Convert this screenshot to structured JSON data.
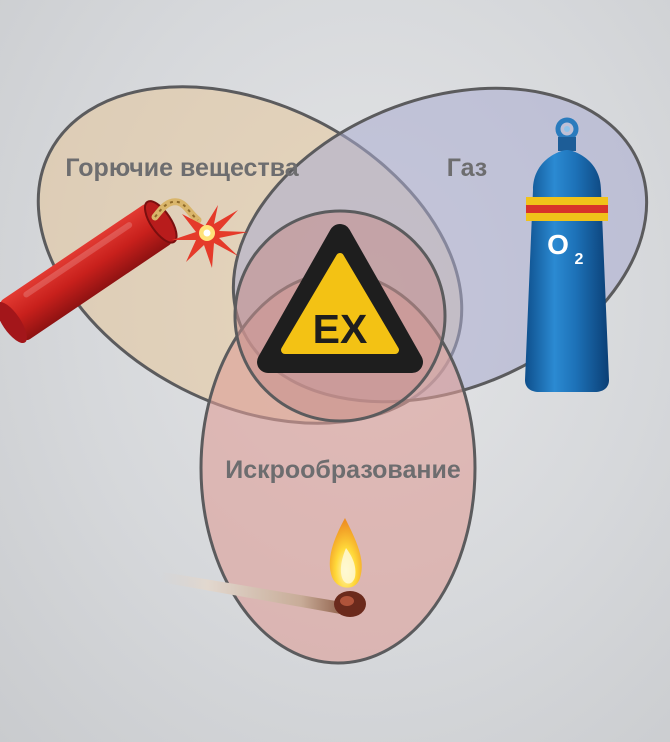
{
  "labels": {
    "flammable": "Горючие вещества",
    "gas": "Газ",
    "ignition": "Искрообразование"
  },
  "sign": {
    "text": "EX"
  },
  "cylinder": {
    "main": "O",
    "sub": "2"
  },
  "icons": [
    "dynamite-icon",
    "gas-cylinder-icon",
    "burning-match-icon",
    "ex-warning-sign-icon"
  ],
  "colors": {
    "flammable_fill": "#e6c69a",
    "gas_fill": "#a9abcf",
    "ignition_fill": "#dd9f98",
    "outline": "#5b5b5d",
    "sign_yellow": "#f3c214",
    "cylinder_blue": "#1d72b8"
  }
}
